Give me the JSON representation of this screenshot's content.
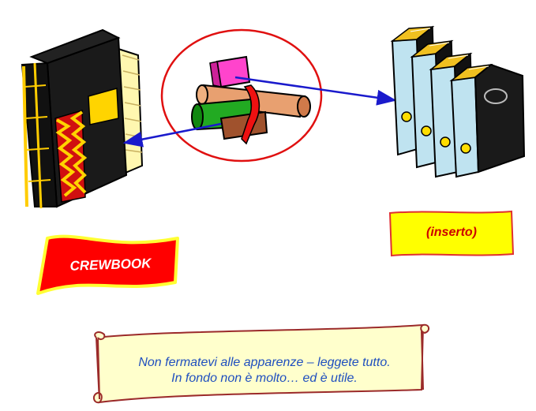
{
  "crewbook_label": "CREWBOOK",
  "insert_label": "(inserto)",
  "scroll": {
    "line1": "Non fermatevi alle apparenze – leggete tutto.",
    "line2": "In fondo non è molto… ed è utile."
  },
  "colors": {
    "flag_fill": "#ff0000",
    "flag_border": "#ffff33",
    "insert_fill": "#ffff00",
    "insert_text": "#cc0000",
    "circle": "#e01010",
    "arrow": "#1a1acc",
    "scroll_fill": "#ffffcc",
    "scroll_border": "#9b2a2a",
    "scroll_text": "#1f4fbf"
  }
}
